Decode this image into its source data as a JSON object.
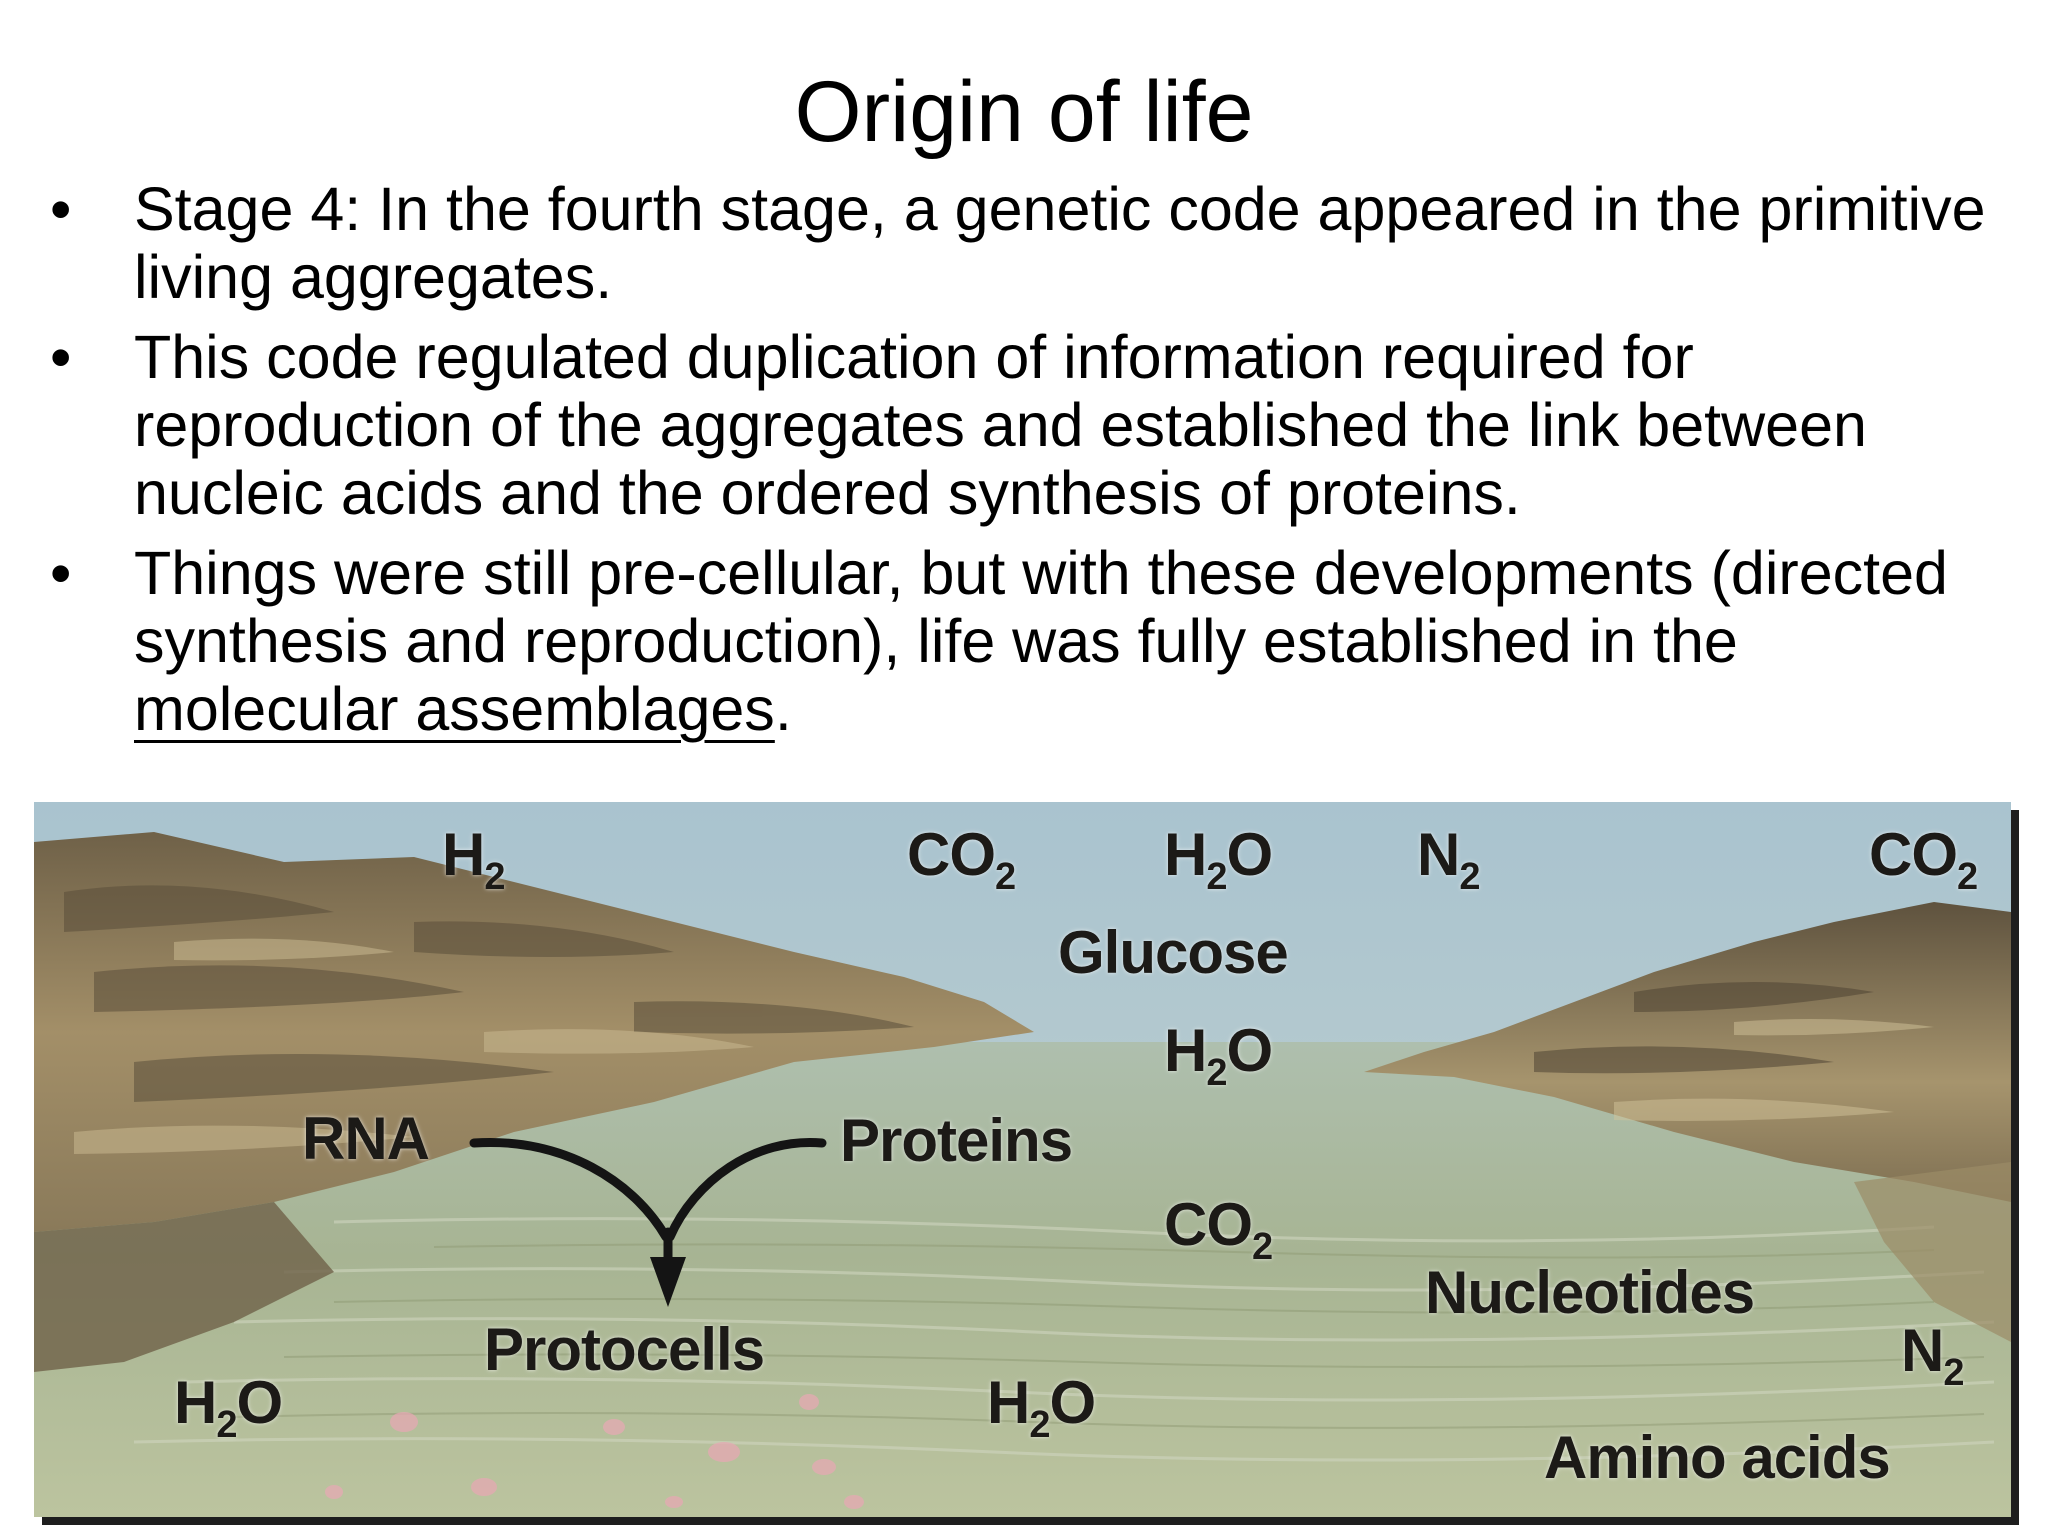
{
  "title": "Origin of life",
  "bullets": [
    {
      "text": "Stage 4: In the fourth stage, a genetic code appeared in the primitive living aggregates."
    },
    {
      "text": "This code regulated duplication of information required for reproduction of the aggregates and established the link between nucleic acids and the ordered synthesis of proteins."
    },
    {
      "text_before": "Things were still pre-cellular, but with these developments (directed synthesis and reproduction), life was fully established in the ",
      "underlined": "molecular assemblages",
      "text_after": "."
    }
  ],
  "figure": {
    "labels": {
      "h2": {
        "base": "H",
        "sub": "2"
      },
      "co2_top": {
        "base": "CO",
        "sub": "2"
      },
      "h2o_top": {
        "base": "H",
        "sub": "2",
        "tail": "O"
      },
      "n2_top": {
        "base": "N",
        "sub": "2"
      },
      "co2_right": {
        "base": "CO",
        "sub": "2"
      },
      "glucose": "Glucose",
      "h2o_mid": {
        "base": "H",
        "sub": "2",
        "tail": "O"
      },
      "rna": "RNA",
      "proteins": "Proteins",
      "co2_mid": {
        "base": "CO",
        "sub": "2"
      },
      "nucleotides": "Nucleotides",
      "protocells": "Protocells",
      "n2_right": {
        "base": "N",
        "sub": "2"
      },
      "h2o_left": {
        "base": "H",
        "sub": "2",
        "tail": "O"
      },
      "h2o_bottom": {
        "base": "H",
        "sub": "2",
        "tail": "O"
      },
      "amino_acids": "Amino acids"
    },
    "colors": {
      "rock": "#8f7c58",
      "sky": "#b7cdd2",
      "water": "#a6b48f"
    }
  }
}
